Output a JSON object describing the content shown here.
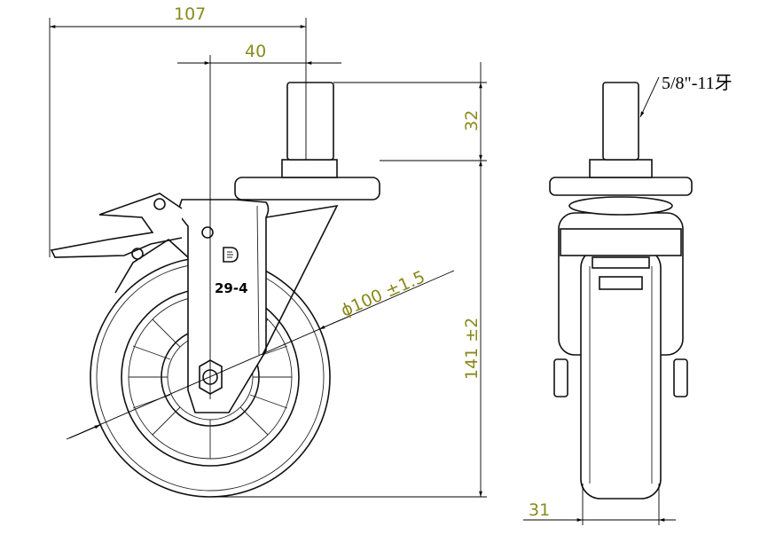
{
  "drawing": {
    "dimensions": {
      "overall_width": "107",
      "offset": "40",
      "stem_height": "32",
      "total_height": "141 ±2",
      "wheel_diameter": "ϕ100 ±1.5",
      "wheel_width": "31"
    },
    "thread_note": "5/8\"-11牙",
    "part_marking": "29-4",
    "logo_text": "D",
    "colors": {
      "dimension_text": "#8a8a1e",
      "lines": "#111111"
    }
  }
}
